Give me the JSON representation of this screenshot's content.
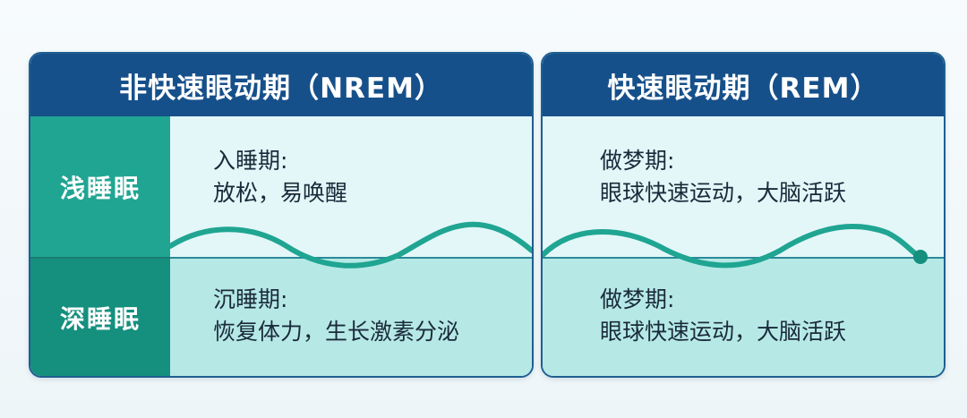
{
  "nrem": {
    "title": "非快速眼动期（NREM）",
    "light_sleep_label": "浅睡眠",
    "deep_sleep_label": "深睡眠",
    "light_stage": {
      "name": "入睡期:",
      "desc": "放松，易唤醒"
    },
    "deep_stage": {
      "name": "沉睡期:",
      "desc": "恢复体力，生长激素分泌"
    }
  },
  "rem": {
    "title": "快速眼动期（REM）",
    "top_stage": {
      "name": "做梦期:",
      "desc": "眼球快速运动，大脑活跃"
    },
    "bottom_stage": {
      "name": "做梦期:",
      "desc": "眼球快速运动，大脑活跃"
    }
  },
  "colors": {
    "header": "#16508a",
    "side_light": "#21a593",
    "side_deep": "#158f7e",
    "cell_light": "#e3f6f8",
    "cell_deep": "#b6e9e6",
    "wave": "#1fa592"
  }
}
